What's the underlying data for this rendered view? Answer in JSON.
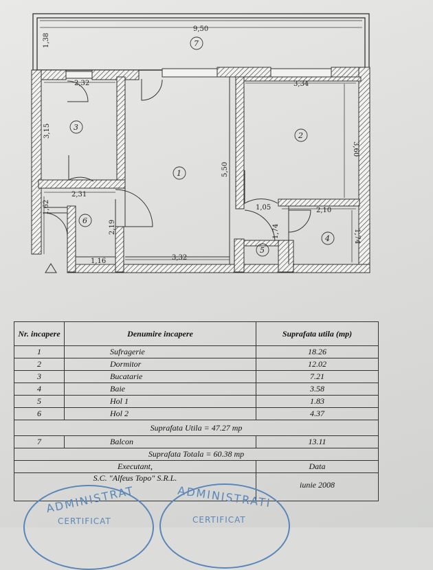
{
  "plan": {
    "dimensions": {
      "balcony_width": "9,50",
      "balcony_depth": "1,38",
      "kitchen_width": "2,32",
      "kitchen_depth": "3,15",
      "bedroom_width": "3,34",
      "bedroom_depth": "3,60",
      "living_depth": "5,50",
      "living_width": "3,32",
      "hall2_width": "2,31",
      "hall2_depth": "1,62",
      "hall2_depth_b": "2,19",
      "hall2_bottom": "1,16",
      "hall1_width": "1,05",
      "hall1_depth": "1,74",
      "bath_width": "2,10",
      "bath_depth": "1,74"
    },
    "room_numbers": [
      "1",
      "2",
      "3",
      "4",
      "5",
      "6",
      "7"
    ]
  },
  "table": {
    "headers": {
      "nr": "Nr. incapere",
      "name": "Denumire incapere",
      "area": "Suprafata utila (mp)"
    },
    "rows": [
      {
        "nr": "1",
        "name": "Sufragerie",
        "area": "18.26"
      },
      {
        "nr": "2",
        "name": "Dormitor",
        "area": "12.02"
      },
      {
        "nr": "3",
        "name": "Bucatarie",
        "area": "7.21"
      },
      {
        "nr": "4",
        "name": "Baie",
        "area": "3.58"
      },
      {
        "nr": "5",
        "name": "Hol 1",
        "area": "1.83"
      },
      {
        "nr": "6",
        "name": "Hol 2",
        "area": "4.37"
      }
    ],
    "useful_total": "Suprafata Utila = 47.27 mp",
    "balcony": {
      "nr": "7",
      "name": "Balcon",
      "area": "13.11"
    },
    "grand_total": "Suprafata Totala = 60.38 mp",
    "executant_label": "Executant,",
    "date_label": "Data",
    "executant_name": "S.C. \"Alfeus Topo\" S.R.L.",
    "date_value": "iunie 2008"
  },
  "stamps": {
    "left_top": "ADMINISTRAT",
    "left_bottom": "CERTIFICAT",
    "right_top": "ADMINISTRATI",
    "right_bottom": "CERTIFICAT"
  }
}
